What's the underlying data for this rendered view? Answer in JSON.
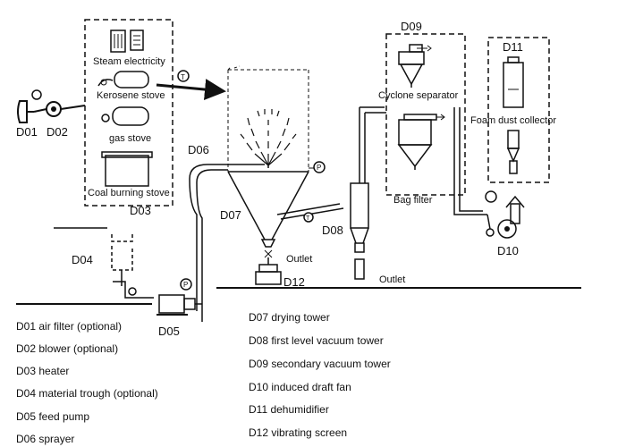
{
  "components": {
    "D01": "D01",
    "D02": "D02",
    "D03": "D03",
    "D04": "D04",
    "D05": "D05",
    "D06": "D06",
    "D07": "D07",
    "D08": "D08",
    "D09": "D09",
    "D10": "D10",
    "D11": "D11",
    "D12": "D12"
  },
  "heater_options": {
    "steam": "Steam electricity",
    "kerosene": "Kerosene stove",
    "gas": "gas stove",
    "coal": "Coal burning stove"
  },
  "labels": {
    "cyclone": "Cyclone separator",
    "foam": "Foam dust collector",
    "bag": "Bag filter",
    "outlet_tower": "Outlet",
    "outlet_main": "Outlet",
    "marker_t": "T",
    "marker_p": "P"
  },
  "legend_left": [
    "D01 air filter (optional)",
    "D02 blower (optional)",
    "D03 heater",
    "D04 material trough (optional)",
    "D05 feed pump",
    "D06 sprayer"
  ],
  "legend_right": [
    "D07 drying tower",
    "D08 first level vacuum tower",
    "D09 secondary vacuum tower",
    "D10 induced draft fan",
    "D11 dehumidifier",
    "D12 vibrating screen"
  ]
}
